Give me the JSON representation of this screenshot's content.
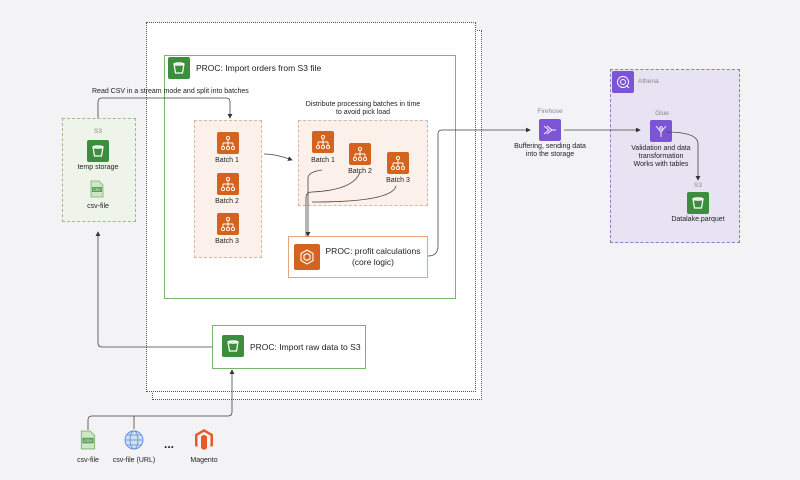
{
  "proc_orders": {
    "title": "PROC: Import orders from S3 file"
  },
  "proc_raw": {
    "title": "PROC: Import raw data to S3"
  },
  "proc_calc": {
    "title_line1": "PROC: profit calculations",
    "title_line2": "(core logic)"
  },
  "s3_temp": {
    "header": "S3",
    "storage_label": "temp storage",
    "file_label": "csv-file"
  },
  "annotations": {
    "read_csv": "Read CSV in a stream mode and split into batches",
    "distribute_line1": "Distribute processing batches in time",
    "distribute_line2": "to avoid pick load"
  },
  "batches_left": [
    "Batch 1",
    "Batch 2",
    "Batch 3"
  ],
  "batches_right": [
    "Batch 1",
    "Batch 2",
    "Batch 3"
  ],
  "firehose": {
    "header": "Firehose",
    "line1": "Buffering, sending data",
    "line2": "into the storage"
  },
  "athena": {
    "header": "Athena"
  },
  "glue": {
    "header": "Glue",
    "line1": "Validation and data",
    "line2": "transformation",
    "line3": "Works with tables"
  },
  "s3_datalake": {
    "header": "S3",
    "label": "Datalake.parquet"
  },
  "sources": {
    "csv_file": "csv-file",
    "csv_url": "csv-file (URL)",
    "ellipsis": "...",
    "magento": "Magento"
  },
  "colors": {
    "aws_green": "#3c8e3c",
    "aws_orange": "#d4631f",
    "aws_purple": "#7b55d6"
  }
}
